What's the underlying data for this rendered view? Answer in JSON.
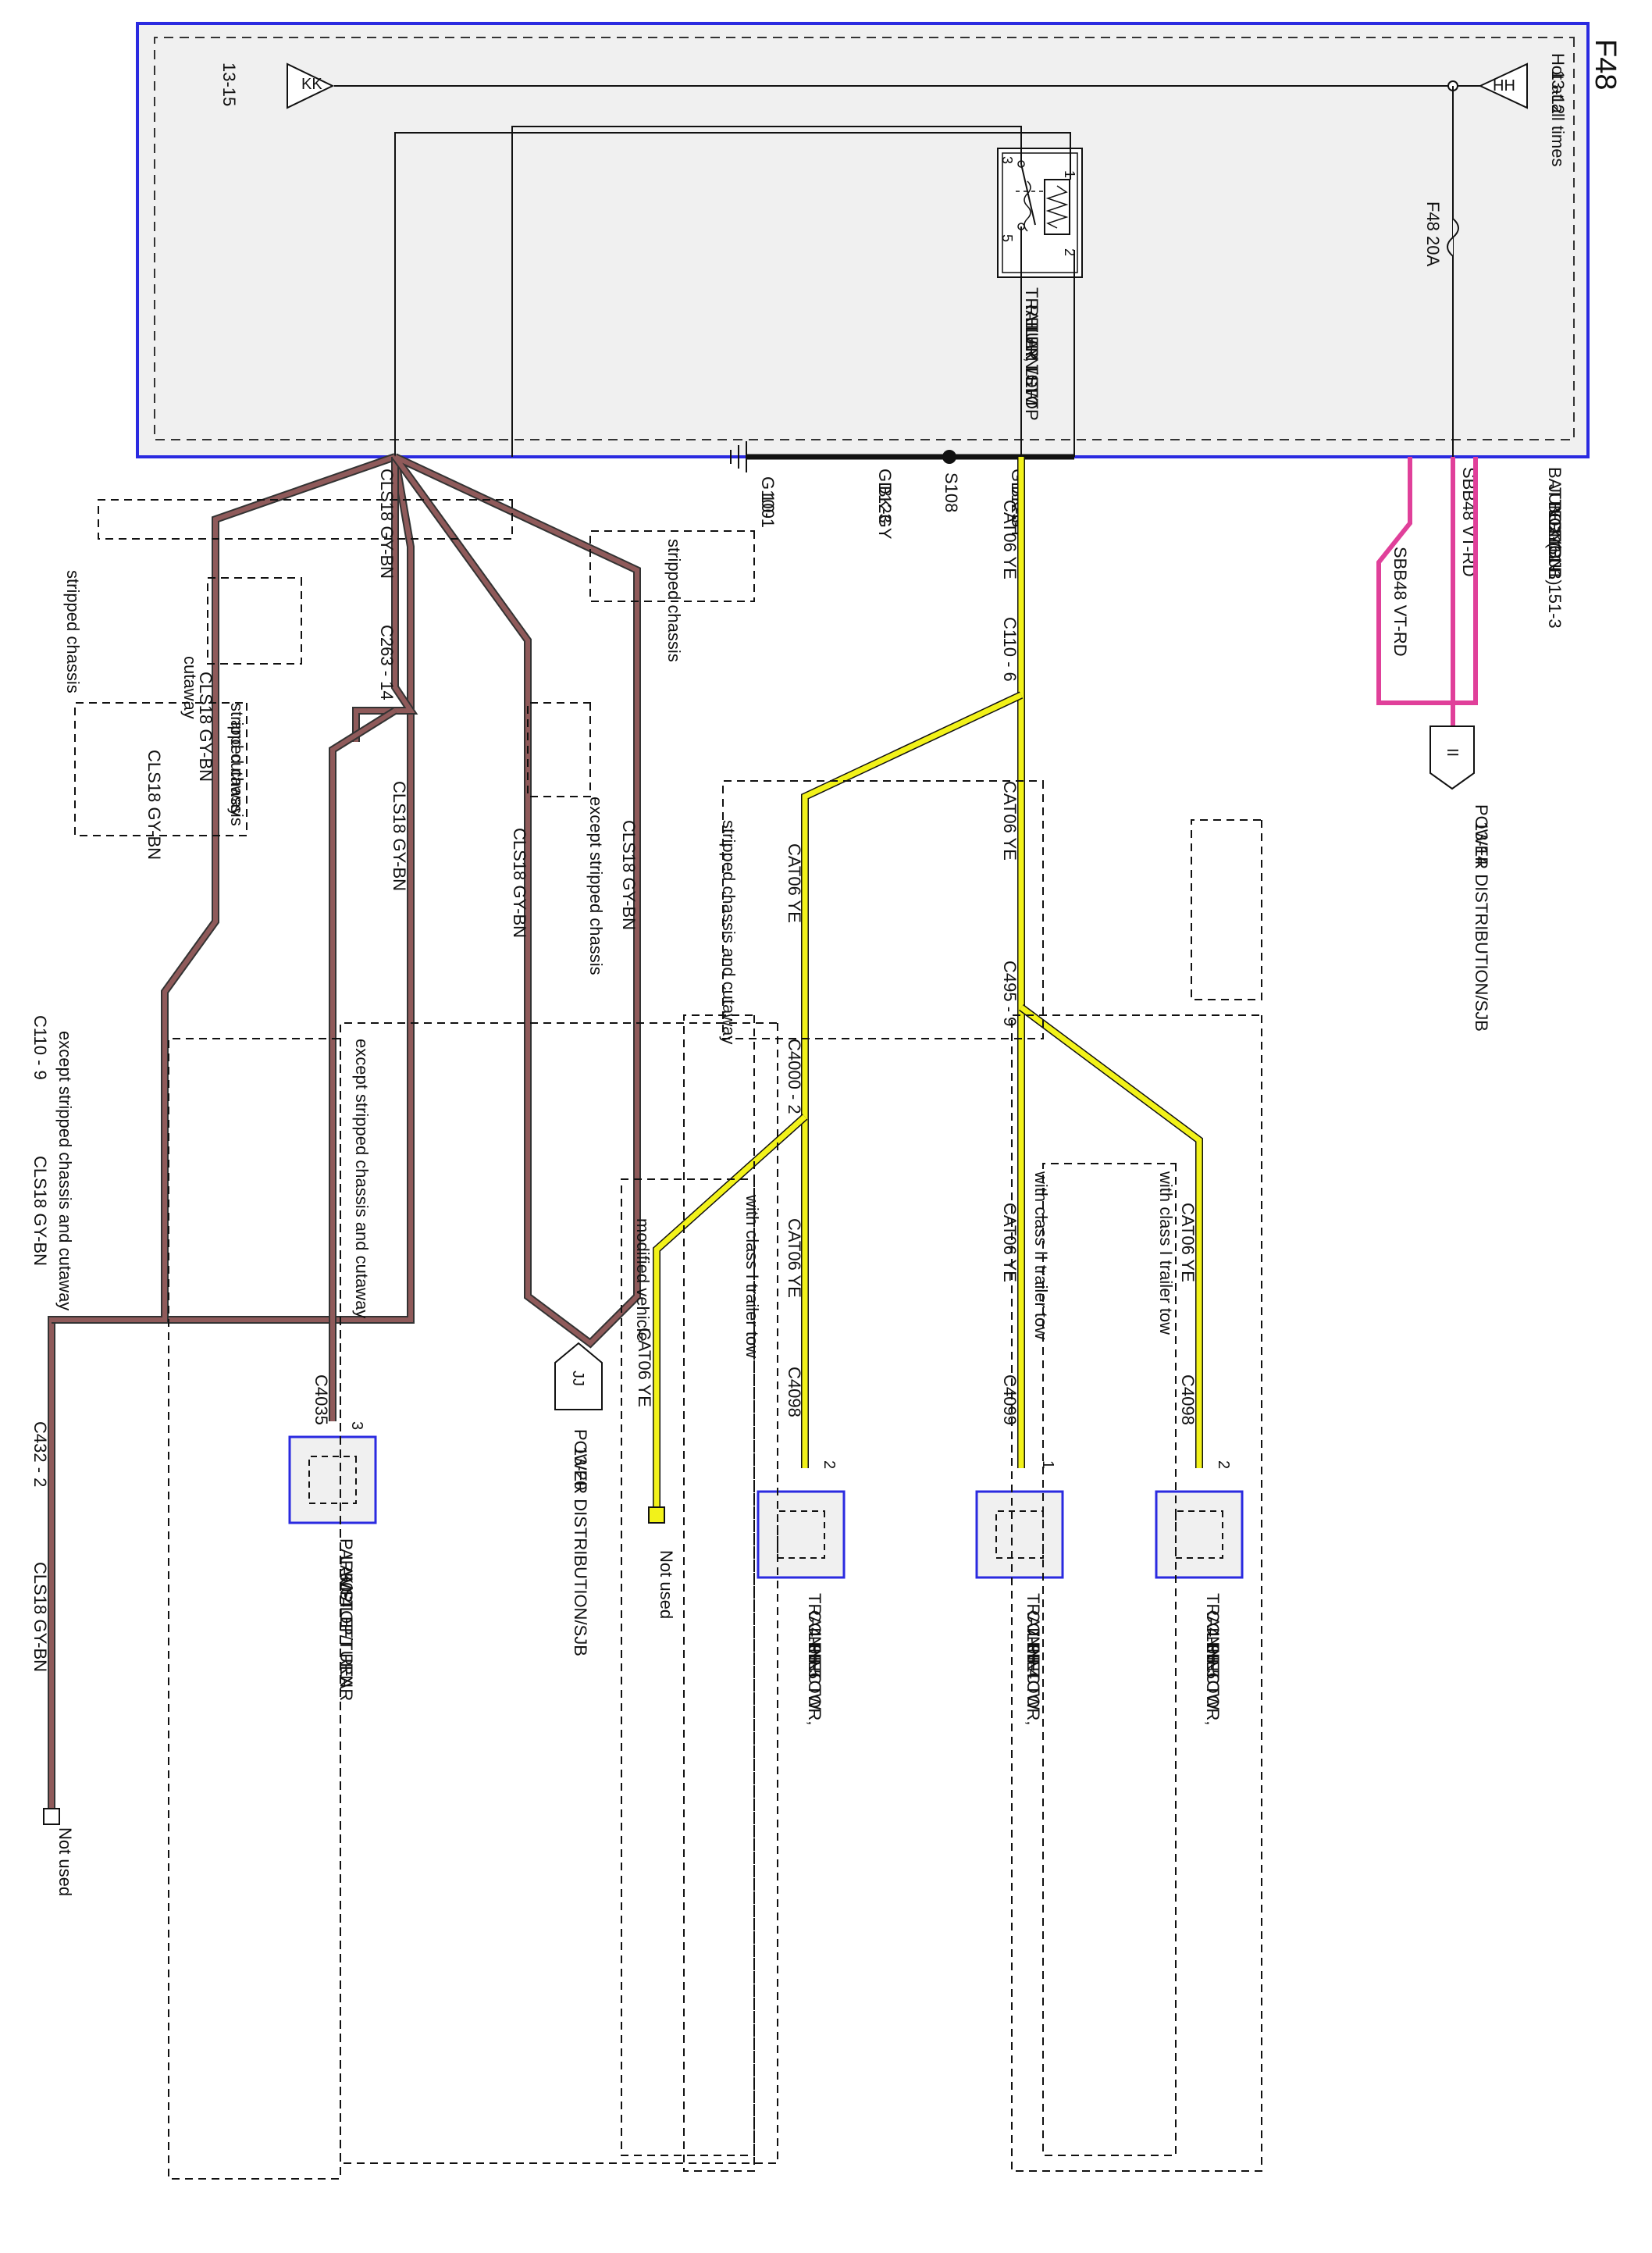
{
  "page_id": "F48",
  "bjb": {
    "title_lines": [
      "BATTERY",
      "JUNCTION",
      "BOX (BJB)",
      "11-1",
      "151-1  151-3"
    ],
    "hot_label": "Hot at all times",
    "left_ref": "13-15",
    "right_ref": "13-12",
    "left_connector": "KK",
    "right_connector": "HH",
    "fuse_label": "F48  20A",
    "relay_label_lines": [
      "TRAILER TOW",
      "RELAY, LEFT",
      "TURN/STOP"
    ],
    "relay_pins": [
      "1",
      "2",
      "3",
      "5"
    ]
  },
  "wires": {
    "sbb48_a": "SBB48  VT-RD",
    "sbb48_b": "SBB48  VT-RD",
    "power_dist_ii": "POWER DISTRIBUTION/SJB",
    "power_dist_ii_ref": "13-14",
    "ii_connector": "II",
    "gd123_a": "GD123",
    "gd123_b": "GD123",
    "bkgy_a": "BK-GY",
    "bkgy_b": "BK-GY",
    "splice": "S108",
    "ground": "G100",
    "ground_ref": "10-1",
    "cat06_main": "CAT06  YE",
    "c110_6": "C110  - 6",
    "cat06_b": "CAT06  YE",
    "c495": "C495  - 9",
    "cat06_c": "CAT06  YE",
    "c4000": "C4000  - 2",
    "cat06_d": "CAT06  YE",
    "cat06_e": "CAT06  YE",
    "cat06_f": "CAT06  YE",
    "cat06_g": "CAT06  YE",
    "c4099": "C4099",
    "c4098_a": "C4098",
    "c4098_b": "C4098",
    "pin1": "1",
    "pin2a": "2",
    "pin2b": "2",
    "pin3": "3",
    "cls18_a": "CLS18  GY-BN",
    "cls18_b": "CLS18  GY-BN",
    "cls18_c": "CLS18  GY-BN",
    "cls18_d": "CLS18  GY-BN",
    "cls18_e": "CLS18  GY-BN",
    "cls18_f": "CLS18  GY-BN",
    "cls18_g": "CLS18  GY-BN",
    "cls18_h": "CLS18  GY-BN",
    "c263": "C263  - 14",
    "c110_9": "C110  - 9",
    "c432": "C432  - 2",
    "c4035": "C4035",
    "jj_connector": "JJ",
    "power_dist_jj": "POWER DISTRIBUTION/SJB",
    "power_dist_jj_ref": "13-20"
  },
  "conditions": {
    "stripped_chassis": "stripped chassis",
    "stripped_chassis_2": "stripped chassis",
    "stripped_and_cutaway": "stripped chassis and cutaway",
    "except_stripped_cutaway": "except stripped chassis and cutaway",
    "except_stripped_cutaway_2": "except stripped chassis and cutaway",
    "except_stripped": "except stripped chassis",
    "stripped_and_cutaway_2": "stripped chassis",
    "stripped_and_cutaway_3": "and cutaway",
    "cutaway": "cutaway",
    "class_i": "with class I trailer tow",
    "class_i_b": "with class I trailer tow",
    "class_ii": "with class II trailer tow",
    "modified": "modified vehicle"
  },
  "components": {
    "tt4_a": [
      "TRAILER TOW",
      "CONNECTOR,",
      "4-PIN",
      "95-5"
    ],
    "tt7": [
      "TRAILER TOW",
      "CONNECTOR,",
      "7-PIN",
      "95-4"
    ],
    "tt4_b": [
      "TRAILER TOW",
      "CONNECTOR,",
      "4-PIN",
      "95-5"
    ],
    "lamp": [
      "PARK/STOP/TURN",
      "LAMP LEFT REAR",
      "90-4"
    ],
    "not_used_a": "Not used",
    "not_used_b": "Not used"
  },
  "colors": {
    "blue_frame": "#2a2ae0",
    "yellow_wire": "#f2f21a",
    "grey_brown_wire": "#8f5a5a",
    "violet_red_wire": "#e0409a",
    "black": "#111111"
  }
}
